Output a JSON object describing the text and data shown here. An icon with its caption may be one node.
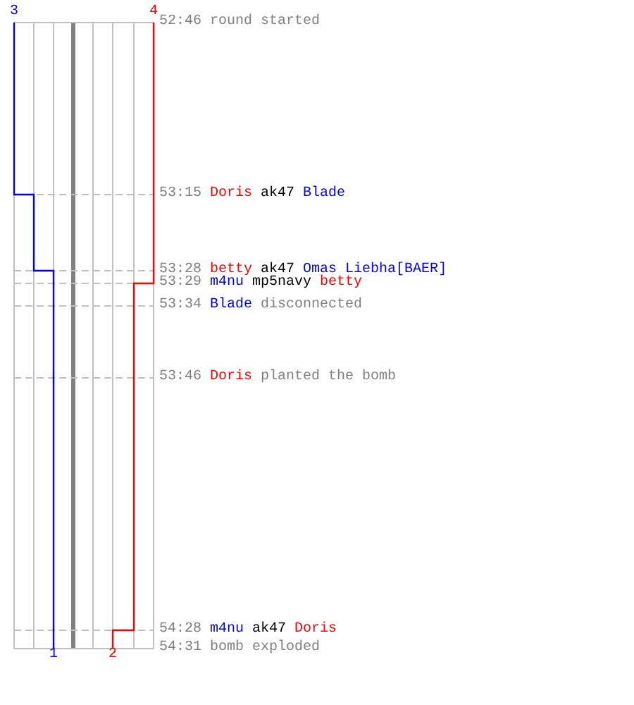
{
  "diagram": {
    "labels": [
      "3",
      "4",
      "52:46",
      "round started",
      "53:15",
      "Doris",
      "ak47",
      "Blade",
      "53:28",
      "betty",
      "ak47",
      "Omas Liebha[BAER]",
      "53:29",
      "m4nu",
      "mp5navy",
      "betty",
      "53:34",
      "Blade",
      "disconnected",
      "53:46",
      "Doris",
      "planted the bomb",
      "54:28",
      "m4nu",
      "ak47",
      "Doris",
      "1",
      "2",
      "54:31",
      "bomb exploded"
    ]
  }
}
